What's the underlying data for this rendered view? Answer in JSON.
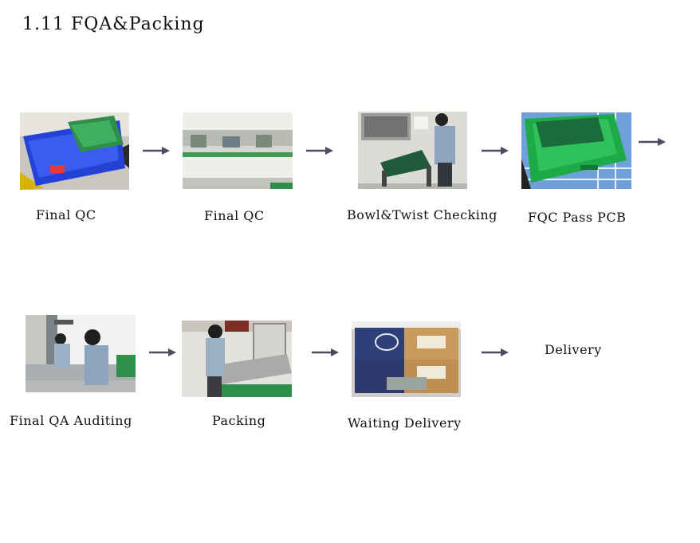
{
  "title": "1.11 FQA&Packing",
  "row1": {
    "steps": [
      {
        "label": "Final QC",
        "image": "blue-crate-with-green-pcbs"
      },
      {
        "label": "Final QC",
        "image": "inspection-workstations"
      },
      {
        "label": "Bowl&Twist Checking",
        "image": "worker-at-checking-table"
      },
      {
        "label": "FQC Pass PCB",
        "image": "green-crate-with-pcbs"
      }
    ]
  },
  "row2": {
    "steps": [
      {
        "label": "Final QA Auditing",
        "image": "workers-at-auditing-station"
      },
      {
        "label": "Packing",
        "image": "worker-at-packing-machine"
      },
      {
        "label": "Waiting Delivery",
        "image": "packed-cartons"
      },
      {
        "label": "Delivery",
        "image": ""
      }
    ]
  },
  "arrow_icon": "right-arrow-icon",
  "colors": {
    "arrow": "#4b4e63",
    "text": "#111111"
  }
}
